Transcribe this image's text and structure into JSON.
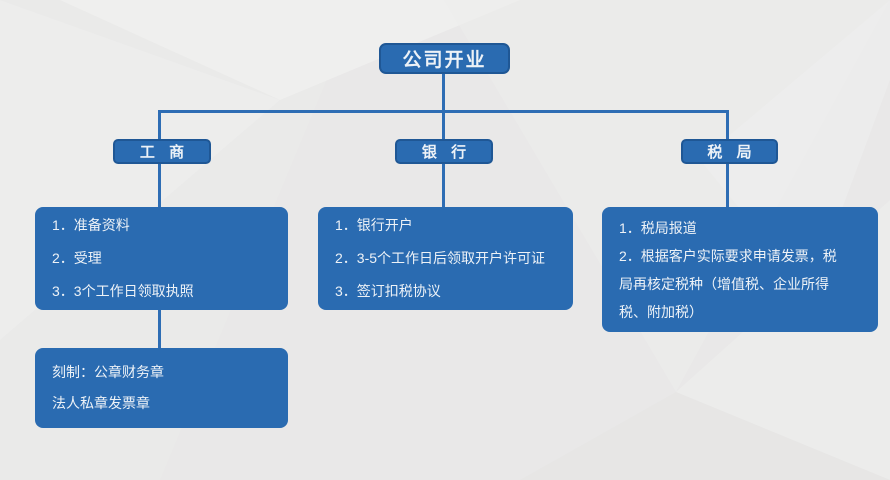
{
  "title": "公司开业",
  "branches": [
    {
      "header": "工 商",
      "items": [
        "1．准备资料",
        "2．受理",
        "3．3个工作日领取执照"
      ]
    },
    {
      "header": "银 行",
      "items": [
        "1．银行开户",
        "2．3-5个工作日后领取开户许可证",
        "3．签订扣税协议"
      ]
    },
    {
      "header": "税 局",
      "items": [
        "1．税局报道",
        "2．根据客户实际要求申请发票，税局再核定税种（增值税、企业所得税、附加税）"
      ]
    }
  ],
  "seal_box": {
    "lines": [
      "刻制：公章财务章",
      "法人私章发票章"
    ]
  },
  "colors": {
    "box_fill": "#2a6bb1",
    "box_border": "#1f5795",
    "connector": "#2e6db4",
    "background": "#e9e8e8",
    "text": "#edf2f7"
  }
}
